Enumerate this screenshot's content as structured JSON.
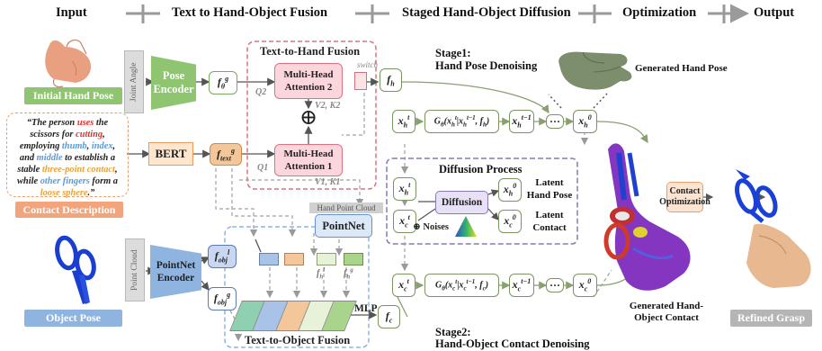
{
  "headers": {
    "input": "Input",
    "fusion": "Text to Hand-Object Fusion",
    "diffusion": "Staged Hand-Object Diffusion",
    "optimization": "Optimization",
    "output": "Output"
  },
  "left": {
    "initial_hand_pose": "Initial Hand Pose",
    "joint_angle": "Joint Angle",
    "contact_description_label": "Contact Description",
    "object_pose": "Object Pose",
    "point_cloud": "Point Cloud",
    "description": [
      {
        "t": "“The person ",
        "c": "#222"
      },
      {
        "t": "uses",
        "c": "#e03030"
      },
      {
        "t": " the scissors ",
        "c": "#222"
      },
      {
        "t": "for ",
        "c": "#222"
      },
      {
        "t": "cutting",
        "c": "#e03030"
      },
      {
        "t": ", employing ",
        "c": "#222"
      },
      {
        "t": "thumb",
        "c": "#5a9ad8"
      },
      {
        "t": ", ",
        "c": "#222"
      },
      {
        "t": "index",
        "c": "#5a9ad8"
      },
      {
        "t": ", and ",
        "c": "#222"
      },
      {
        "t": "middle",
        "c": "#5a9ad8"
      },
      {
        "t": " to establish ",
        "c": "#222"
      },
      {
        "t": "a stable ",
        "c": "#222"
      },
      {
        "t": "three-point contact",
        "c": "#e8a23a"
      },
      {
        "t": ", ",
        "c": "#222"
      },
      {
        "t": "while ",
        "c": "#222"
      },
      {
        "t": "other fingers",
        "c": "#5a9ad8"
      },
      {
        "t": " form a ",
        "c": "#222"
      },
      {
        "t": "loose sphere",
        "c": "#e8a23a"
      },
      {
        "t": ".”",
        "c": "#222"
      }
    ]
  },
  "encoders": {
    "pose_encoder": "Pose Encoder",
    "bert": "BERT",
    "pointnet_encoder": "PointNet Encoder",
    "pointnet": "PointNet",
    "hand_point_cloud": "Hand Point Cloud"
  },
  "symbols": {
    "f_theta_g": "fθg",
    "f_text_g": "ftextg",
    "f_obj_l": "fobjl",
    "f_obj_g": "fobjg",
    "f_h": "fh",
    "f_c": "fc",
    "q2": "Q2",
    "q1": "Q1",
    "v2k2": "V2, K2",
    "v1k1": "V1, K1",
    "fhl": "fhl",
    "fhg": "fhg",
    "plus": "⊕",
    "switch": "switch"
  },
  "fusion": {
    "title": "Text-to-Hand Fusion",
    "mha2": "Multi-Head Attention 2",
    "mha1": "Multi-Head Attention 1",
    "object_fusion_title": "Text-to-Object Fusion",
    "mlp": "MLP"
  },
  "stage1": {
    "title": "Stage1:",
    "subtitle": "Hand Pose Denoising",
    "generated_hand_pose": "Generated Hand Pose",
    "xt": "xht",
    "g_theta": "Gθ(xht | xht−1, fh)",
    "xt_1": "xht−1",
    "dots": "···",
    "x0": "xh0"
  },
  "stage2": {
    "title": "Stage2:",
    "subtitle": "Hand-Object Contact Denoising",
    "xt": "xct",
    "g_theta": "Gθ(xct | xct−1, fc)",
    "xt_1": "xct−1",
    "dots": "···",
    "x0": "xc0"
  },
  "diffusion_process": {
    "title": "Diffusion Process",
    "xht": "xht",
    "xct": "xct",
    "diffusion": "Diffusion",
    "noises": "⊕ Noises",
    "xh0": "xh0",
    "xc0": "xc0",
    "latent_hand_pose": "Latent Hand Pose",
    "latent_contact": "Latent Contact"
  },
  "output": {
    "generated_contact": "Generated Hand-Object Contact",
    "contact_optimization": "Contact Optimization",
    "refined_grasp": "Refined Grasp"
  },
  "colors": {
    "green_box": "#7fb069",
    "green_fill": "#e4efd6",
    "orange": "#f0a070",
    "pink_border": "#e07080",
    "pink_fill": "#fbd7dd",
    "blue_label": "#8fb4e0",
    "grey_label": "#b5b5b5"
  }
}
